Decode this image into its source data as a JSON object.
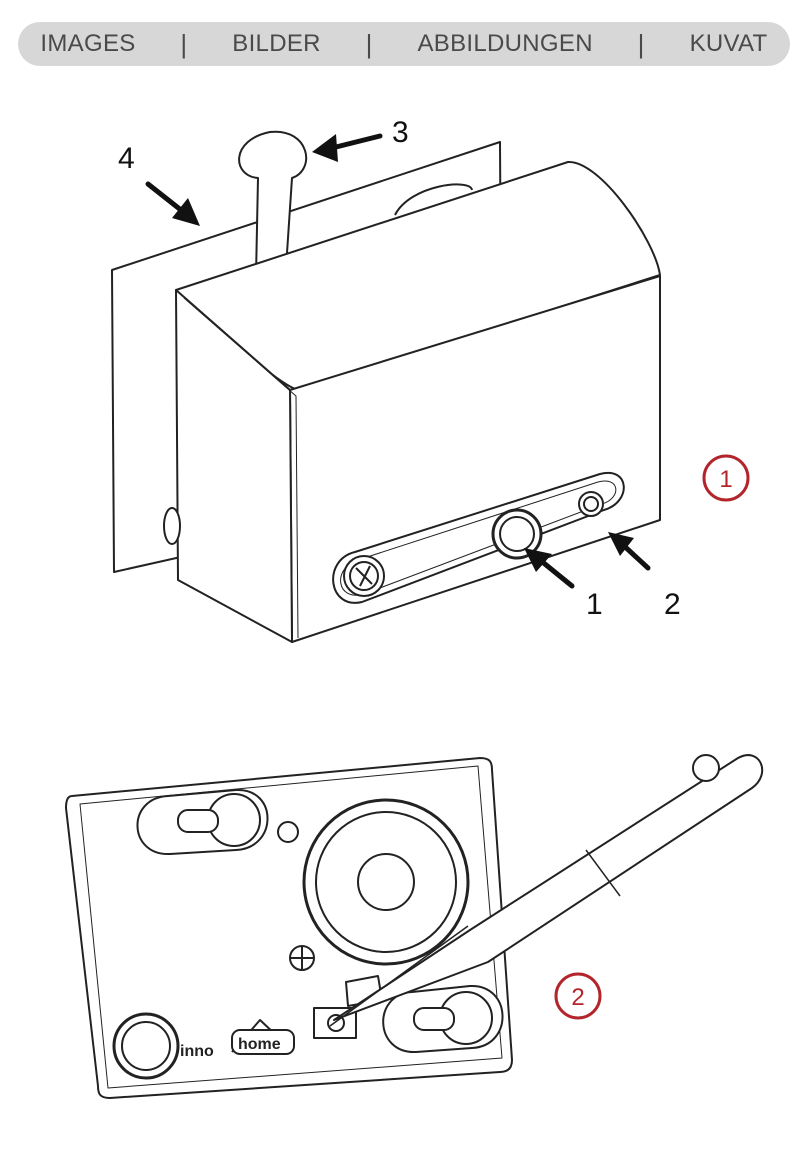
{
  "header": {
    "tabs": [
      "IMAGES",
      "BILDER",
      "ABBILDUNGEN",
      "KUVAT"
    ],
    "separator": "|"
  },
  "figure1": {
    "circled_number": "1",
    "labels": {
      "l1": "1",
      "l2": "2",
      "l3": "3",
      "l4": "4"
    }
  },
  "figure2": {
    "circled_number": "2",
    "brand_left": "inno",
    "brand_right": "home"
  },
  "colors": {
    "header_bg": "#d6d7d6",
    "header_text": "#4a4a4a",
    "circle_red": "#b3252b",
    "line": "#222222"
  }
}
